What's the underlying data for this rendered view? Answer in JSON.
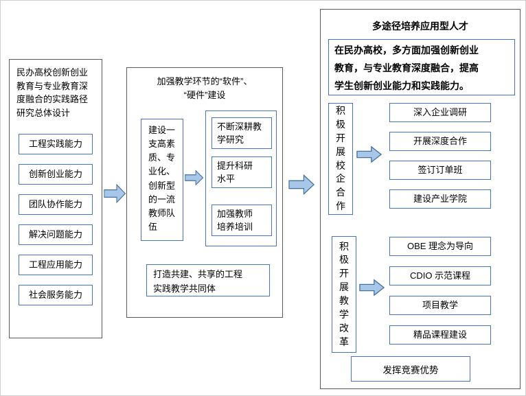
{
  "colors": {
    "box_border": "#4472c4",
    "panel_border": "#595959",
    "arrow_fill": "#a8c7e8",
    "arrow_stroke": "#41719c"
  },
  "left_panel": {
    "title": "民办高校创新创业\n教育与专业教育深\n度融合的实践路径\n研究总体设计",
    "items": [
      "工程实践能力",
      "创新创业能力",
      "团队协作能力",
      "解决问题能力",
      "工程应用能力",
      "社会服务能力"
    ]
  },
  "middle_panel": {
    "title": "加强教学环节的“软件”、\n“硬件”建设",
    "teacher_box": "建设一\n支高素\n质、专\n业化、\n创新型\n的一流\n教师队\n伍",
    "items": [
      "不断深耕教\n学研究",
      "提升科研\n水平",
      "加强教师\n培养培训"
    ],
    "bottom_box": "打造共建、共享的工程\n实践教学共同体"
  },
  "right_panel": {
    "title": "多途径培养应用型人才",
    "intro": "在民办高校，多方面加强创新创业\n教育，与专业教育深度融合，提高\n学生创新创业能力和实践能力。",
    "section1": {
      "label": "积\n极\n开\n展\n校\n企\n合\n作",
      "items": [
        "深入企业调研",
        "开展深度合作",
        "签订订单班",
        "建设产业学院"
      ]
    },
    "section2": {
      "label": "积\n极\n开\n展\n教\n学\n改\n革",
      "items": [
        "OBE 理念为导向",
        "CDIO 示范课程",
        "项目教学",
        "精品课程建设"
      ]
    },
    "bottom_box": "发挥竞赛优势"
  }
}
